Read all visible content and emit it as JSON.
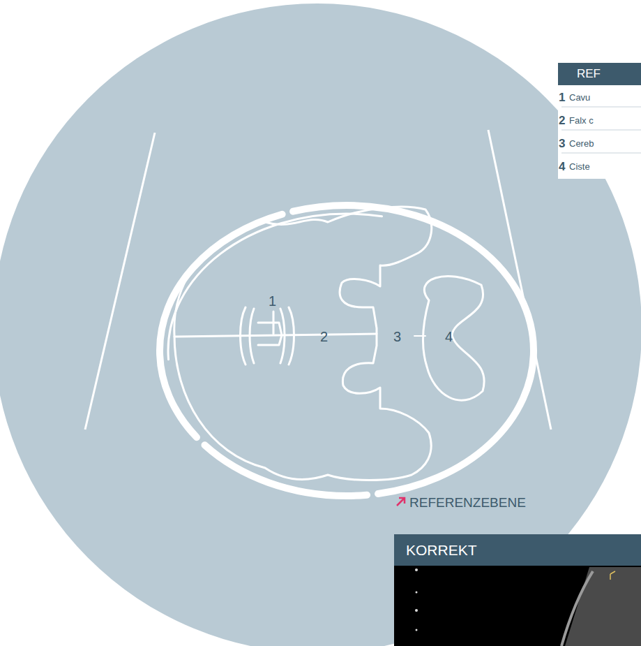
{
  "diagram": {
    "nodes": [
      {
        "text": [
          "REF"
        ]
      },
      {
        "text": [
          "KORREKT"
        ]
      }
    ],
    "labels": [
      "1",
      "2",
      "3",
      "4",
      "1",
      "Cavu",
      "2",
      "Falx c",
      "3",
      "Cereb",
      "4",
      "Ciste",
      "REFERENZEBENE"
    ]
  }
}
